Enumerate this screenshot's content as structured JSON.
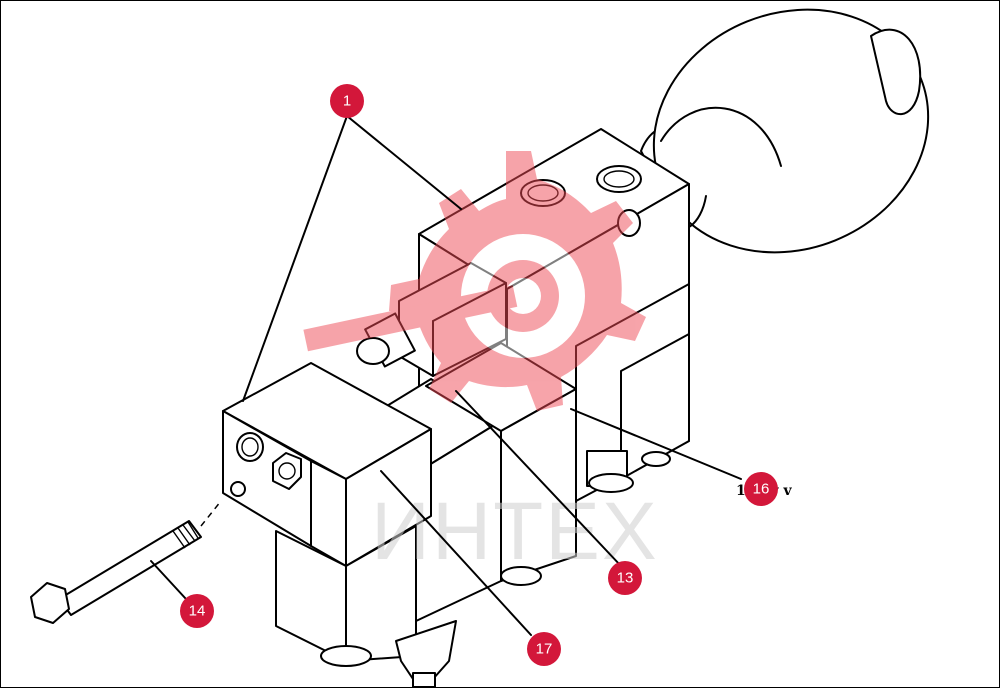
{
  "watermark": {
    "text": "ИНТЕХ",
    "color": "#ef4a55",
    "text_color": "#cfcfcf"
  },
  "badge_color": "#d3173a",
  "callouts": [
    {
      "id": "c1",
      "label": "1"
    },
    {
      "id": "c13",
      "label": "13"
    },
    {
      "id": "c14",
      "label": "14"
    },
    {
      "id": "c16",
      "label": "16"
    },
    {
      "id": "c17",
      "label": "17"
    }
  ],
  "stray_labels": {
    "left": "1",
    "right": "tv v"
  }
}
